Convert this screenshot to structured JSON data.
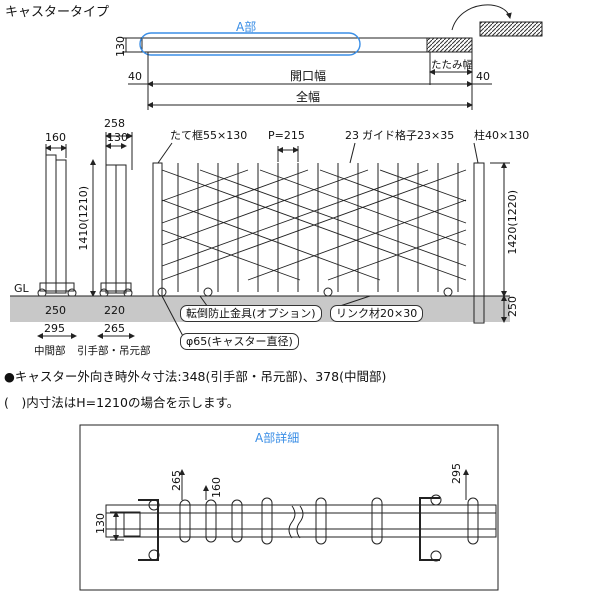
{
  "title": "キャスタータイプ",
  "top_view": {
    "detail_marker": "A部",
    "dim_height": "130",
    "dim_left": "40",
    "dim_right": "40",
    "opening_width": "開口幅",
    "folded_width": "たたみ幅",
    "total_width": "全幅"
  },
  "side_view": {
    "middle_width_top": "160",
    "handle_width_top": "258",
    "handle_width_inner": "130",
    "height_label": "1410(1210)",
    "ground_label": "GL",
    "middle_base_inner": "250",
    "middle_base_outer": "295",
    "handle_base_inner": "220",
    "handle_base_outer": "265",
    "middle_caption": "中間部",
    "handle_caption": "引手部・吊元部"
  },
  "front_view": {
    "frame_label": "たて框55×130",
    "pitch_label": "P=215",
    "guide_label": "23",
    "guide_lattice_label": "ガイド格子23×35",
    "post_label": "柱40×130",
    "height_label": "1420(1220)",
    "foundation_label": "250",
    "antifall_label": "転倒防止金具(オプション)",
    "link_label": "リンク材20×30",
    "caster_label": "φ65(キャスター直径)"
  },
  "notes": [
    "●キャスター外向き時外々寸法:348(引手部・吊元部)、378(中間部)",
    "(　)内寸法はH=1210の場合を示します。"
  ],
  "detail": {
    "title": "A部詳細",
    "dim_265": "265",
    "dim_160": "160",
    "dim_295": "295",
    "dim_130": "130"
  },
  "colors": {
    "accent": "#3a8ee6",
    "ground": "#c8c8c8",
    "line": "#222222"
  }
}
